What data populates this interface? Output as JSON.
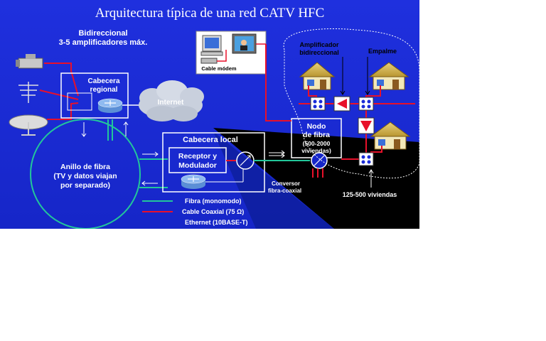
{
  "title": "Arquitectura típica de una red CATV HFC",
  "subtitle_line1": "Bidireccional",
  "subtitle_line2": "3-5 amplificadores máx.",
  "headend_regional": [
    "Cabecera",
    "regional"
  ],
  "internet": "Internet",
  "fiber_ring": [
    "Anillo de fibra",
    "(TV y datos viajan",
    "por separado)"
  ],
  "local_headend": "Cabecera local",
  "receiver_modulator": [
    "Receptor y",
    "Modulador"
  ],
  "converter": [
    "Conversor",
    "fibra-coaxial"
  ],
  "fiber_node": [
    "Nodo",
    "de fibra",
    "(500-2000",
    "viviendas)"
  ],
  "cable_modem": "Cable módem",
  "bidirectional_amp": [
    "Amplificador",
    "bidireccional"
  ],
  "splice": "Empalme",
  "homes_range": "125-500 viviendas",
  "legend": {
    "fiber": "Fibra (monomodo)",
    "coax": "Cable Coaxial (75 Ω)",
    "ethernet": "Ethernet (10BASE-T)"
  },
  "colors": {
    "fiber": "#22c79a",
    "coax": "#e8102a",
    "ethernet": "#ffffff",
    "bg_top": "#1a2cd8",
    "bg_bottom": "#000000"
  }
}
